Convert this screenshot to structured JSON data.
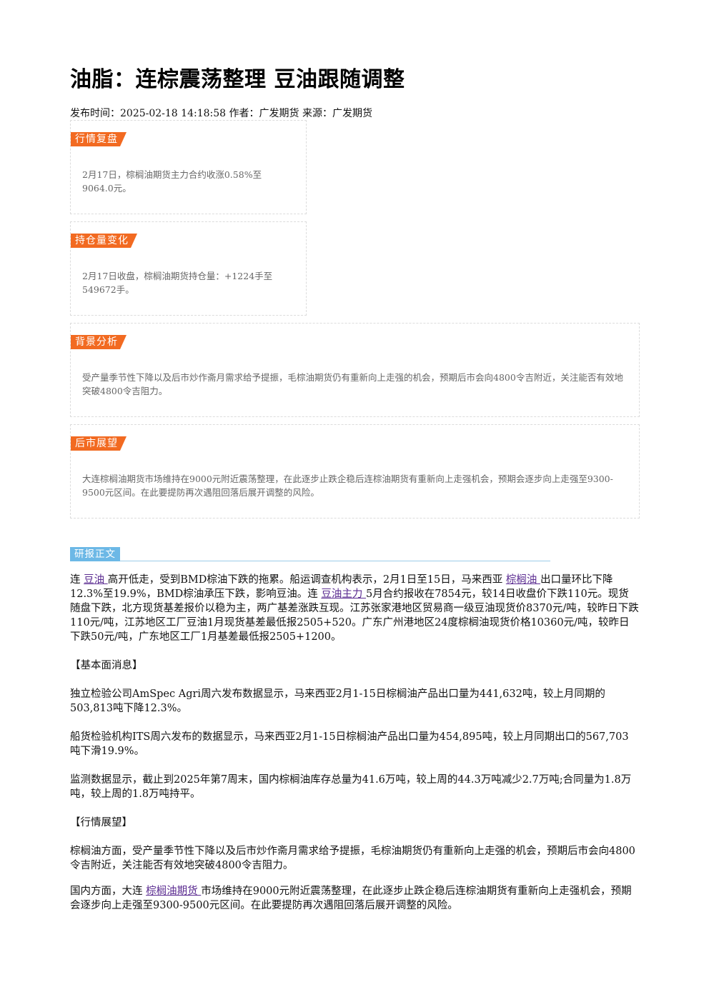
{
  "title": "油脂：连棕震荡整理 豆油跟随调整",
  "meta": "发布时间：2025-02-18 14:18:58 作者：广发期货 来源：广发期货",
  "boxes": {
    "market_review": {
      "tag": "行情复盘",
      "text": "2月17日，棕榈油期货主力合约收涨0.58%至9064.0元。"
    },
    "position_change": {
      "tag": "持仓量变化",
      "text": "2月17日收盘，棕榈油期货持仓量：+1224手至549672手。"
    },
    "background": {
      "tag": "背景分析",
      "text": "受产量季节性下降以及后市炒作斋月需求给予提振，毛棕油期货仍有重新向上走强的机会，预期后市会向4800令吉附近，关注能否有效地突破4800令吉阻力。"
    },
    "outlook": {
      "tag": "后市展望",
      "text": "大连棕榈油期货市场维持在9000元附近震荡整理，在此逐步止跌企稳后连棕油期货有重新向上走强机会，预期会逐步向上走强至9300-9500元区间。在此要提防再次遇阻回落后展开调整的风险。"
    }
  },
  "report_tag": "研报正文",
  "body": {
    "p1": {
      "s1": "连 ",
      "l1": "豆油 ",
      "s2": "高开低走，受到BMD棕油下跌的拖累。船运调查机构表示，2月1日至15日，马来西亚 ",
      "l2": "棕榈油 ",
      "s3": "出口量环比下降12.3%至19.9%，BMD棕油承压下跌，影响豆油。连 ",
      "l3": "豆油主力 ",
      "s4": "5月合约报收在7854元，较14日收盘价下跌110元。现货随盘下跌，北方现货基差报价以稳为主，两广基差涨跌互现。江苏张家港地区贸易商一级豆油现货价8370元/吨，较昨日下跌110元/吨，江苏地区工厂豆油1月现货基差最低报2505+520。广东广州港地区24度棕榈油现货价格10360元/吨，较昨日下跌50元/吨，广东地区工厂1月基差最低报2505+1200。"
    },
    "h1": "【基本面消息】",
    "p2": "独立检验公司AmSpec Agri周六发布数据显示，马来西亚2月1-15日棕榈油产品出口量为441,632吨，较上月同期的503,813吨下降12.3%。",
    "p3": "船货检验机构ITS周六发布的数据显示，马来西亚2月1-15日棕榈油产品出口量为454,895吨，较上月同期出口的567,703吨下滑19.9%。",
    "p4": "监测数据显示，截止到2025年第7周末，国内棕榈油库存总量为41.6万吨，较上周的44.3万吨减少2.7万吨;合同量为1.8万吨，较上周的1.8万吨持平。",
    "h2": "【行情展望】",
    "p5": "棕榈油方面，受产量季节性下降以及后市炒作斋月需求给予提振，毛棕油期货仍有重新向上走强的机会，预期后市会向4800令吉附近，关注能否有效地突破4800令吉阻力。",
    "p6": {
      "s1": "国内方面，大连 ",
      "l1": "棕榈油期货 ",
      "s2": "市场维持在9000元附近震荡整理，在此逐步止跌企稳后连棕油期货有重新向上走强机会，预期会逐步向上走强至9300-9500元区间。在此要提防再次遇阻回落后展开调整的风险。"
    }
  },
  "colors": {
    "tag_orange": "#f26a21",
    "tag_blue": "#6cb8e6",
    "link": "#5b2c91"
  }
}
